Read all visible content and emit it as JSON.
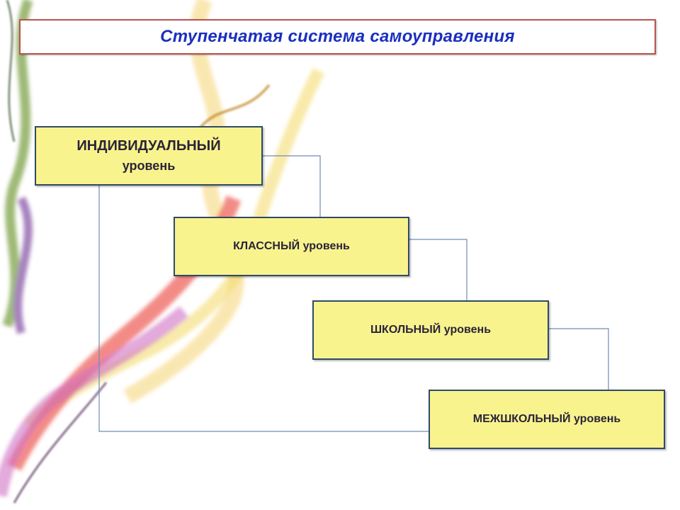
{
  "title": "Ступенчатая система самоуправления",
  "levels": [
    {
      "caps": "ИНДИВИДУАЛЬНЫЙ",
      "rest": "уровень"
    },
    {
      "caps": "КЛАССНЫЙ",
      "rest": "уровень"
    },
    {
      "caps": "ШКОЛЬНЫЙ",
      "rest": "уровень"
    },
    {
      "caps": "МЕЖШКОЛЬНЫЙ",
      "rest": "уровень"
    }
  ],
  "colors": {
    "box_fill": "#f9f38e",
    "box_border": "#2f4a66",
    "title_text": "#1a2fbf",
    "title_border": "#b85450",
    "connector": "#6d8db5"
  }
}
